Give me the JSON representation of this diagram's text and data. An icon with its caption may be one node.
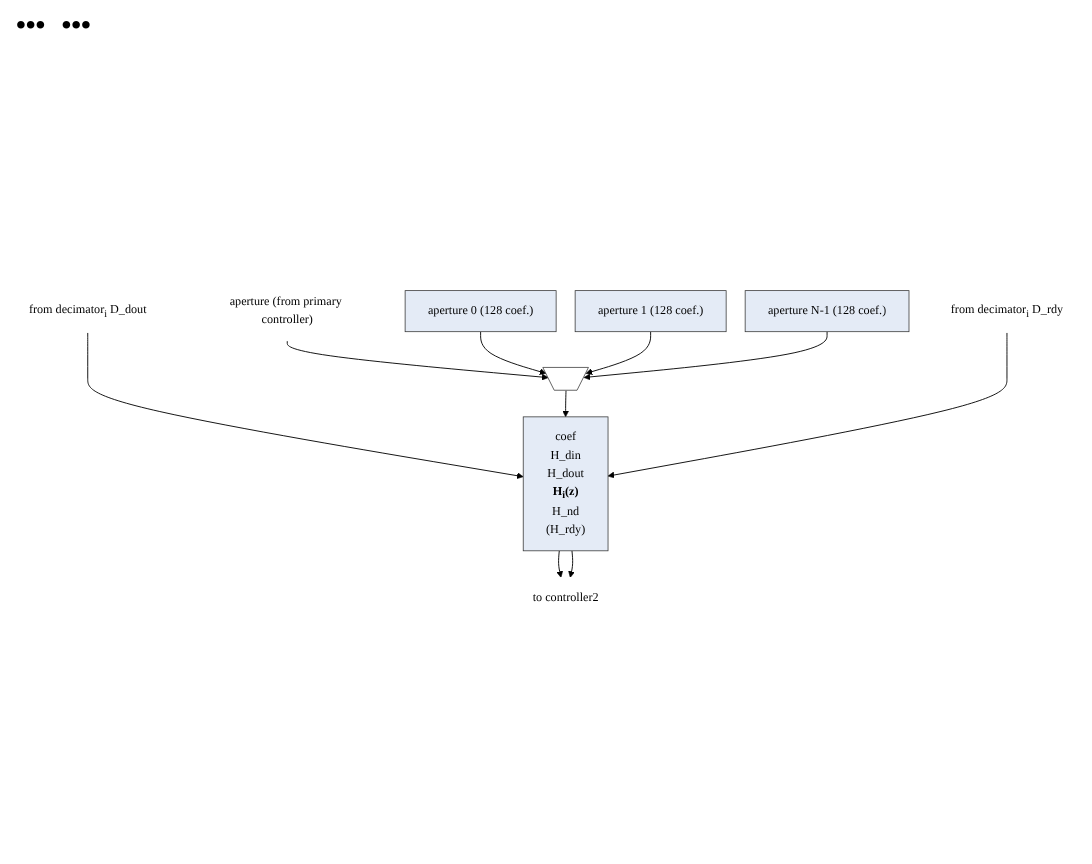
{
  "diagram": {
    "nodes": [
      {
        "text": [
          "aperture 0 (128 coef.)"
        ]
      },
      {
        "text": [
          "aperture 1 (128 coef.)"
        ]
      },
      {
        "text": [
          "aperture N-1 (128 coef.)"
        ]
      },
      {
        "text": [],
        "shape": "trapezoid"
      },
      {
        "text": [
          "coef",
          "H_din",
          "H_dout",
          "H$_{i}$(z)",
          "H_nd",
          "(H_rdy)"
        ]
      },
      {
        "text": [
          "aperture (from primary controller)"
        ]
      },
      {
        "text": [
          "from decimator$_{i}$ D_dout"
        ]
      },
      {
        "text": [
          "from decimator$_{i}$ D_rdy"
        ]
      },
      {
        "text": [
          "to controller2"
        ]
      }
    ],
    "edges": [
      {
        "from": 5,
        "to": 3,
        "arrow": "to"
      },
      {
        "from": 0,
        "to": 3,
        "arrow": "to"
      },
      {
        "from": 1,
        "to": 3,
        "arrow": "to"
      },
      {
        "from": 2,
        "to": 3,
        "arrow": "to"
      },
      {
        "from": 6,
        "to": 4,
        "arrow": "to"
      },
      {
        "from": 3,
        "to": 4,
        "arrow": "to"
      },
      {
        "from": 7,
        "to": 4,
        "arrow": "to"
      },
      {
        "from": 4,
        "to": 8,
        "arrow": "to"
      },
      {
        "from": 4,
        "to": 8,
        "arrow": "to"
      }
    ],
    "labels": [
      "•••",
      "•••"
    ]
  }
}
